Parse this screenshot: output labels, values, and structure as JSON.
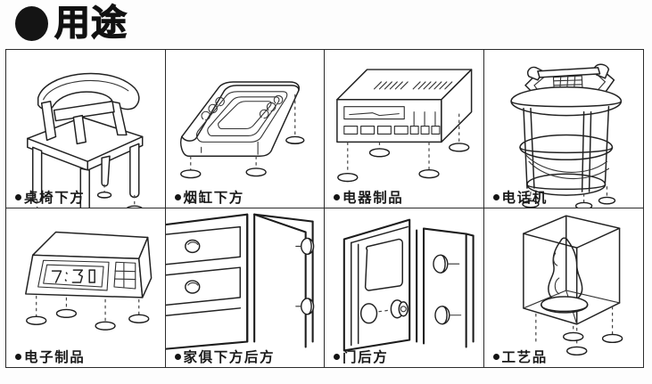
{
  "page": {
    "title_bullet_icon": "filled-circle-bullet",
    "title": "用途",
    "background_color": "#ffffff",
    "ink_color": "#222222"
  },
  "grid": {
    "columns": 4,
    "rows": 2,
    "cells": [
      {
        "id": "chair",
        "caption": "桌椅下方",
        "illustration": "wooden-chair-with-four-legs",
        "pad_count": 4,
        "bullet_icon": "filled-circle-bullet"
      },
      {
        "id": "ashtray",
        "caption": "烟缸下方",
        "illustration": "rectangular-ashtray",
        "pad_count": 3,
        "bullet_icon": "filled-circle-bullet"
      },
      {
        "id": "appliance",
        "caption": "电器制品",
        "illustration": "av-receiver-with-display-and-buttons",
        "pad_count": 4,
        "bullet_icon": "filled-circle-bullet"
      },
      {
        "id": "telephone",
        "caption": "电话机",
        "illustration": "telephone-on-round-three-tier-stand",
        "pad_count": 3,
        "bullet_icon": "filled-circle-bullet"
      },
      {
        "id": "electronics",
        "caption": "电子制品",
        "illustration": "digital-clock-with-keypad",
        "pad_count": 4,
        "display_value": "7:30",
        "bullet_icon": "filled-circle-bullet"
      },
      {
        "id": "furniture",
        "caption": "家俱下方后方",
        "illustration": "chest-of-drawers-corner-view",
        "pad_count": 2,
        "bullet_icon": "filled-circle-bullet"
      },
      {
        "id": "door",
        "caption": "门后方",
        "illustration": "open-door-with-window-panel-and-knob",
        "pad_count": 2,
        "bullet_icon": "filled-circle-bullet"
      },
      {
        "id": "craft",
        "caption": "工艺品",
        "illustration": "display-case-with-ornament",
        "pad_count": 3,
        "bullet_icon": "filled-circle-bullet"
      }
    ]
  }
}
